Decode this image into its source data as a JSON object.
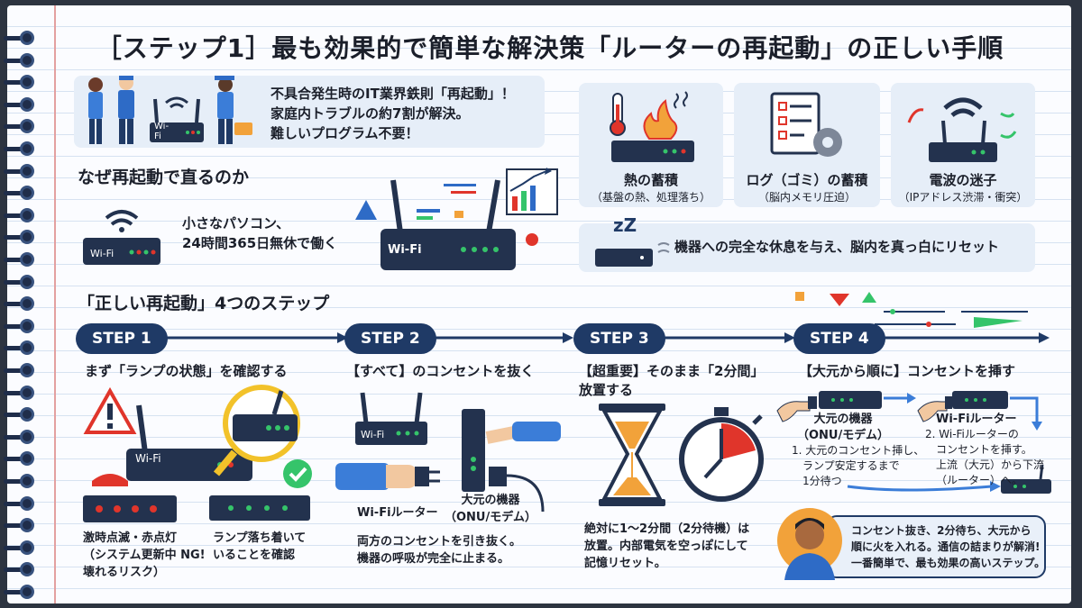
{
  "title": "［ステップ1］最も効果的で簡単な解決策「ルーターの再起動」の正しい手順",
  "intro": {
    "line1": "不具合発生時のIT業界鉄則「再起動」！",
    "line2": "家庭内トラブルの約7割が解決。",
    "line3": "難しいプログラム不要！",
    "router_label": "Wi-Fi"
  },
  "why": {
    "heading": "なぜ再起動で直るのか",
    "text1": "小さなパソコン、",
    "text2": "24時間365日無休で働く",
    "router_small": "Wi-Fi",
    "router_big": "Wi-Fi"
  },
  "causes": [
    {
      "title": "熱の蓄積",
      "sub": "（基盤の熱、処理落ち）"
    },
    {
      "title": "ログ（ゴミ）の蓄積",
      "sub": "（脳内メモリ圧迫）"
    },
    {
      "title": "電波の迷子",
      "sub": "（IPアドレス渋滞・衝突）"
    }
  ],
  "rest": {
    "text": "機器への完全な休息を与え、脳内を真っ白にリセット",
    "zz": "zZ"
  },
  "steps_heading": "「正しい再起動」4つのステップ",
  "steps": [
    {
      "label": "STEP 1",
      "title": "まず「ランプの状態」を確認する",
      "router": "Wi-Fi",
      "note_left": [
        "激時点滅・赤点灯",
        "（システム更新中 NG!",
        "壊れるリスク）"
      ],
      "note_right": [
        "ランプ落ち着いて",
        "いることを確認"
      ]
    },
    {
      "label": "STEP 2",
      "title": "【すべて】のコンセントを抜く",
      "router": "Wi-Fi",
      "cap_router": "Wi-Fiルーター",
      "cap_modem": [
        "大元の機器",
        "（ONU/モデム）"
      ],
      "note": [
        "両方のコンセントを引き抜く。",
        "機器の呼吸が完全に止まる。"
      ]
    },
    {
      "label": "STEP 3",
      "title": [
        "【超重要】そのまま「2分間」",
        "放置する"
      ],
      "note": [
        "絶対に1〜2分間（2分待機）は",
        "放置。内部電気を空っぽにして",
        "記憶リセット。"
      ]
    },
    {
      "label": "STEP 4",
      "title": "【大元から順に】コンセントを挿す",
      "device1": [
        "大元の機器",
        "（ONU/モデム）"
      ],
      "device2": "Wi-Fiルーター",
      "note1": [
        "1. 大元のコンセント挿し、",
        "ランプ安定するまで",
        "1分待つ"
      ],
      "note2": [
        "2. Wi-Fiルーターの",
        "コンセントを挿す。",
        "上流（大元）から下流",
        "（ルーター）へ。"
      ],
      "bubble": [
        "コンセント抜き、2分待ち、大元から",
        "順に火を入れる。通信の詰まりが解消!",
        "一番簡単で、最も効果の高いステップ。"
      ]
    }
  ],
  "colors": {
    "navy": "#1f3a66",
    "panel": "#e6eef8",
    "red": "#e0352b",
    "green": "#35c46a",
    "orange": "#f2a23a"
  }
}
